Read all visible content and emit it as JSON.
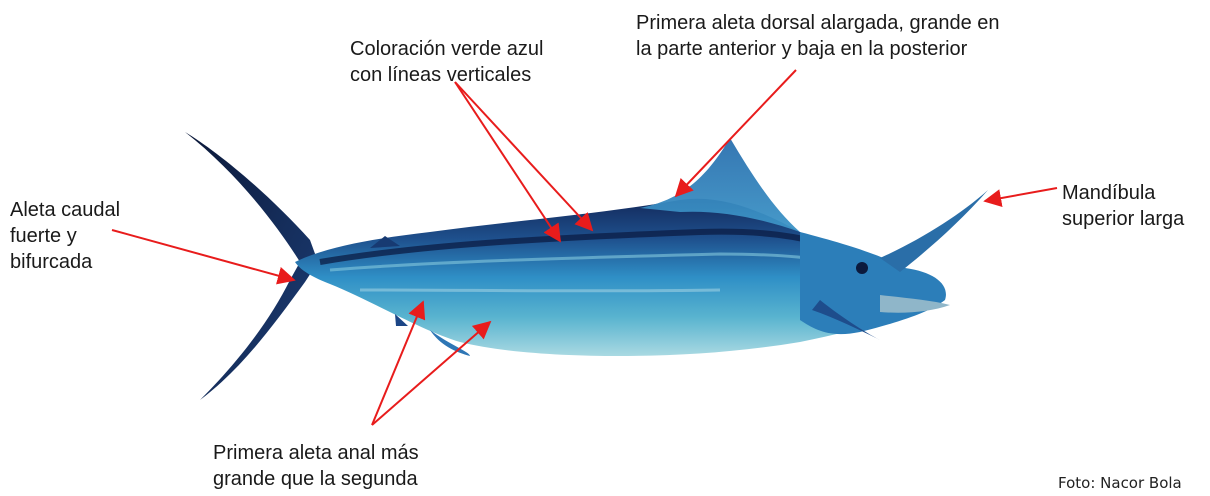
{
  "labels": {
    "coloracion": "Coloración verde azul\ncon líneas verticales",
    "aleta_dorsal": "Primera aleta dorsal alargada, grande en\nla parte anterior y baja en la posterior",
    "aleta_caudal": "Aleta caudal\nfuerte y\nbifurcada",
    "mandibula": "Mandíbula\nsuperior larga",
    "aleta_anal": "Primera aleta anal más\ngrande que la segunda"
  },
  "credit": "Foto: Nacor Bola",
  "colors": {
    "arrow": "#e81c1c",
    "body_dark": "#0f1f4a",
    "body_blue": "#2f86c4",
    "body_light": "#7fc6d6",
    "fin_dark": "#0c1a3d"
  }
}
